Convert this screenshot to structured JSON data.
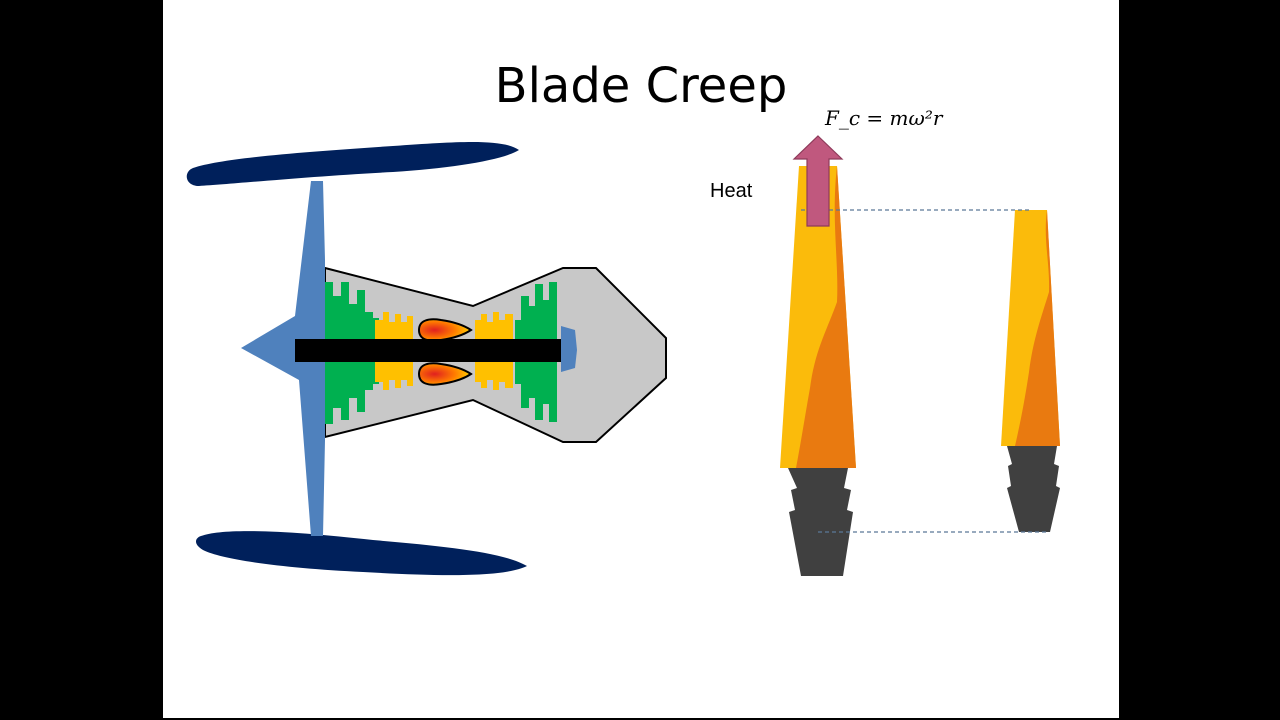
{
  "slide": {
    "title": "Blade Creep",
    "formula": "F_c = mω²r",
    "heat_label": "Heat"
  },
  "colors": {
    "nacelle": "#00205b",
    "fan": "#4f81bd",
    "casing": "#c8c8c8",
    "compressor": "#00b050",
    "turbine_stage": "#ffc000",
    "shaft": "#000000",
    "blade_light": "#fbbb0b",
    "blade_dark": "#e97a10",
    "blade_root": "#404040",
    "force_arrow": "#c0587e",
    "guide_line": "#5a7898"
  },
  "icons": [
    "turbofan-engine-icon",
    "force-arrow-icon",
    "blade-icon"
  ]
}
